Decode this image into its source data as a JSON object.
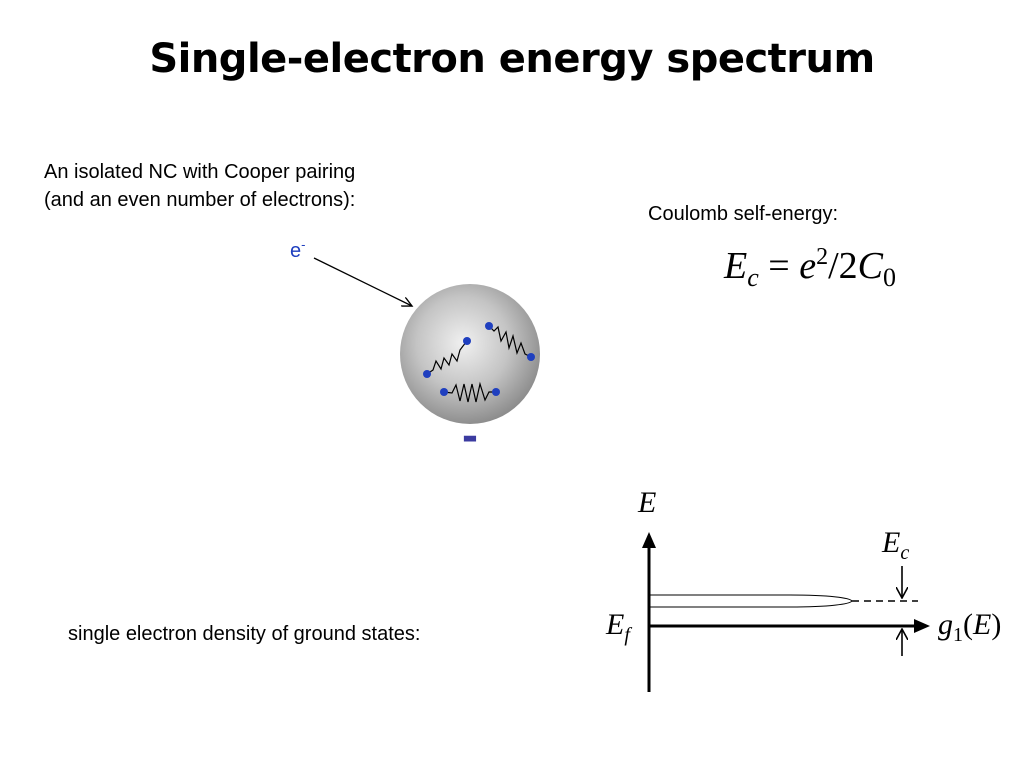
{
  "slide": {
    "title": "Single-electron energy spectrum",
    "intro_line1": "An isolated NC with Cooper pairing",
    "intro_line2": "(and an even number of electrons):",
    "coulomb_label": "Coulomb self-energy:",
    "formula": {
      "E": "E",
      "c": "c",
      "eq": " = ",
      "e": "e",
      "pow": "2",
      "slash": "/2",
      "C": "C",
      "zero": "0"
    },
    "electron": {
      "base": "e",
      "sup": "-"
    },
    "charge_sign": "-",
    "density_label": "single electron density of ground states:"
  },
  "plot": {
    "y_axis_label": "E",
    "ec_label": {
      "main": "E",
      "sub": "c"
    },
    "ef_label": {
      "main": "E",
      "sub": "f"
    },
    "x_axis_label": {
      "main": "g",
      "sub": "1",
      "open": "(",
      "arg": "E",
      "close": ")"
    }
  },
  "colors": {
    "electron": "#1f3fbf",
    "charge_sign": "#3b3ba0",
    "sphere_center": "#f0f0f0",
    "sphere_edge": "#8a8a8a"
  }
}
